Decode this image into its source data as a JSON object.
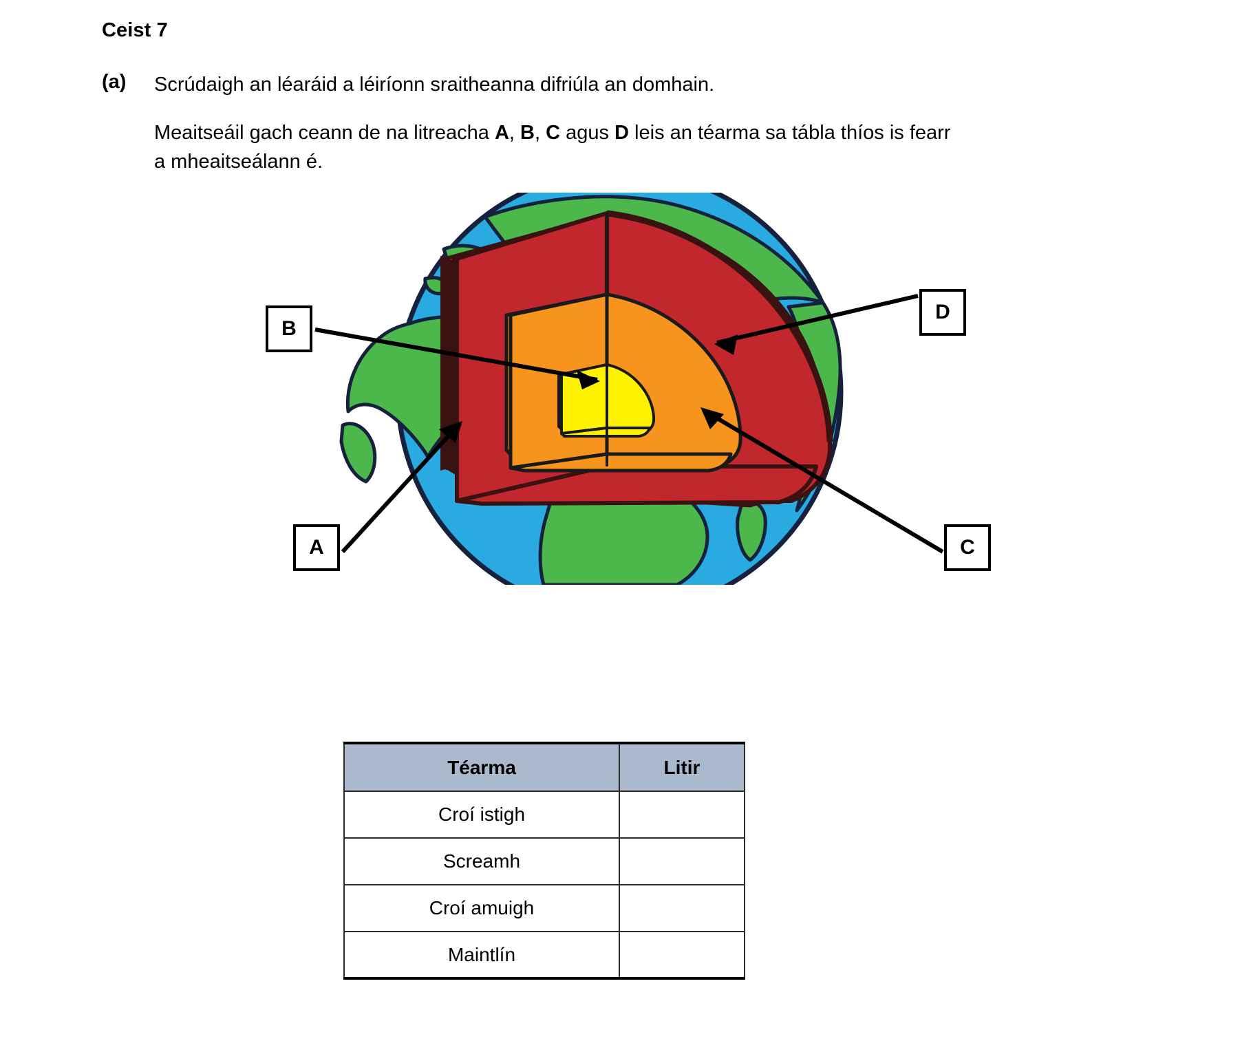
{
  "question": {
    "heading": "Ceist 7",
    "part_marker": "(a)",
    "instruction_1": "Scrúdaigh an léaráid a léiríonn sraitheanna difriúla an domhain.",
    "instruction_2_pre": "Meaitseáil gach ceann de na litreacha ",
    "instruction_2_a": "A",
    "instruction_2_sep1": ", ",
    "instruction_2_b": "B",
    "instruction_2_sep2": ", ",
    "instruction_2_c": "C",
    "instruction_2_sep3": " agus ",
    "instruction_2_d": "D",
    "instruction_2_post": " leis an téarma sa tábla thíos is fearr a mheaitseálann é."
  },
  "diagram": {
    "title": "earth-cutaway-diagram",
    "labels": {
      "a": "A",
      "b": "B",
      "c": "C",
      "d": "D"
    },
    "colors": {
      "ocean": "#29abe2",
      "land": "#4cb84c",
      "mantle": "#c1272d",
      "outer_core": "#f7941e",
      "inner_core": "#fff200",
      "outline": "#1a1a2e",
      "crust_line": "#3b1212"
    }
  },
  "table": {
    "headers": [
      "Téarma",
      "Litir"
    ],
    "rows": [
      {
        "term": "Croí istigh",
        "letter": ""
      },
      {
        "term": "Screamh",
        "letter": ""
      },
      {
        "term": "Croí amuigh",
        "letter": ""
      },
      {
        "term": "Maintlín",
        "letter": ""
      }
    ]
  }
}
